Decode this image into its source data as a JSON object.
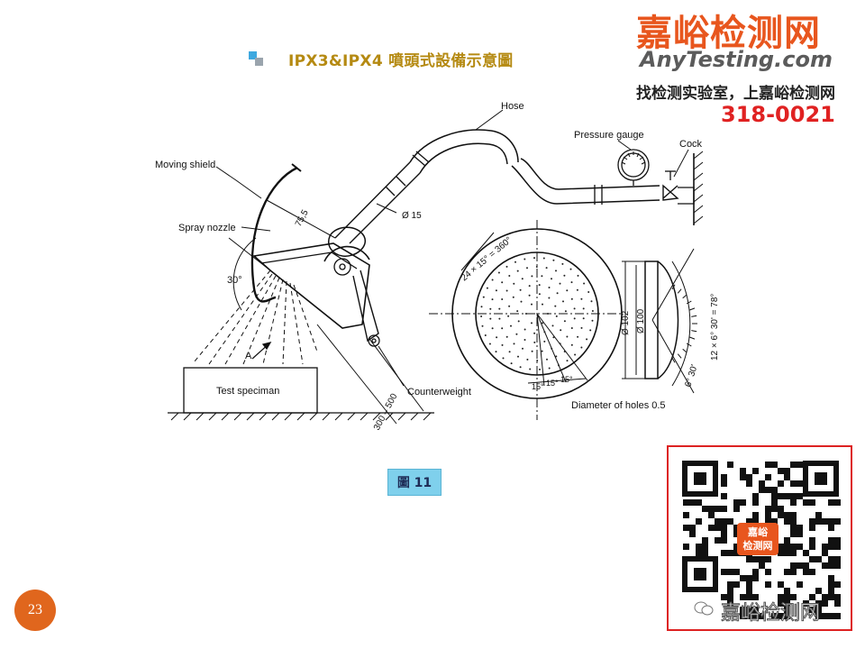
{
  "title": "IPX3&IPX4 噴頭式設備示意圖",
  "watermark": {
    "brand_cn": "嘉峪检测网",
    "brand_en": "AnyTesting.com",
    "tagline": "找检测实验室，上嘉峪检测网",
    "phone": "318-0021"
  },
  "labels": {
    "hose": "Hose",
    "pressure_gauge": "Pressure gauge",
    "cock": "Cock",
    "moving_shield": "Moving shield",
    "spray_nozzle": "Spray nozzle",
    "dim_75_5": "75,5",
    "dim_d15": "Ø 15",
    "angle_30": "30°",
    "arrow_a": "A",
    "test_specimen": "Test speciman",
    "counterweight": "Counterweight",
    "dim_300_500": "300 – 500",
    "holes_angle": "24 × 15° = 360°",
    "d102": "Ø 102",
    "d100": "Ø 100",
    "angle_15_a": "15°",
    "angle_15_b": "15°",
    "angle_15_c": "15°",
    "holes_diameter": "Diameter of holes 0.5",
    "angle_6_30": "6° 30'",
    "angle_12x": "12 × 6° 30' = 78°"
  },
  "figure_label": "圖 11",
  "page_number": "23",
  "qr": {
    "logo_line1": "嘉峪",
    "logo_line2": "检测网",
    "caption": "嘉峪检测网"
  },
  "colors": {
    "title": "#b58a12",
    "brand_orange": "#e8561e",
    "phone_red": "#e02222",
    "figure_label_bg": "#7fd0ec",
    "page_circle": "#e0661d"
  }
}
